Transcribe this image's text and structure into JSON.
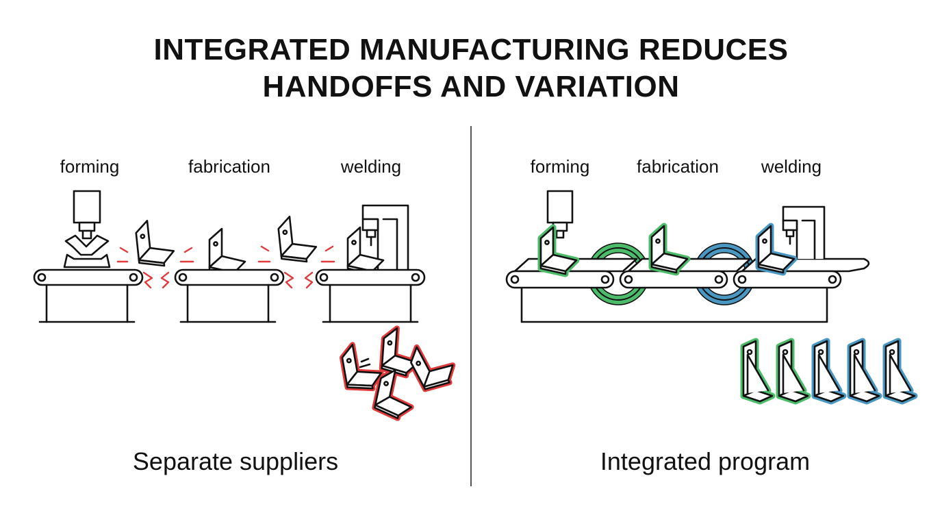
{
  "title": {
    "line1": "INTEGRATED MANUFACTURING REDUCES",
    "line2": "HANDOFFS AND VARIATION"
  },
  "left_panel": {
    "stages": [
      "forming",
      "fabrication",
      "welding"
    ],
    "label": "Separate suppliers",
    "accent_color": "#e03a3a"
  },
  "right_panel": {
    "stages": [
      "forming",
      "fabrication",
      "welding"
    ],
    "label": "Integrated program",
    "accent_colors": [
      "#4cbb6a",
      "#4a97c2"
    ]
  },
  "colors": {
    "line": "#111111",
    "divider": "#555555"
  },
  "icons": [
    "press-icon",
    "weld-robot-icon",
    "conveyor-icon",
    "bracket-part-icon",
    "handoff-break-icon",
    "loop-link-icon"
  ]
}
